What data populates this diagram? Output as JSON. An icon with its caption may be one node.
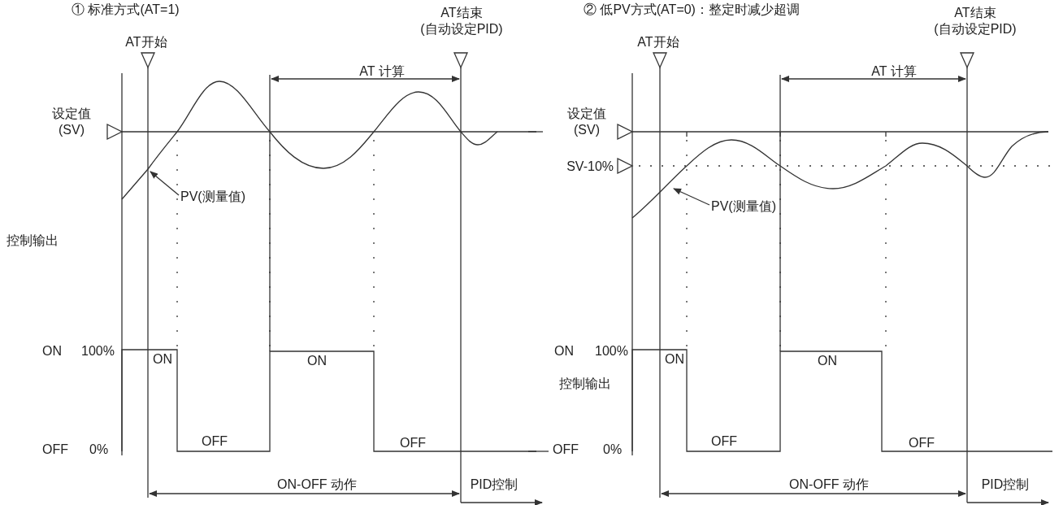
{
  "diagram": {
    "nodes": [
      {
        "text": [
          "PV(测量值)"
        ]
      },
      {
        "text": [
          "PV(测量值)"
        ]
      }
    ],
    "edges": [
      {
        "from": 0,
        "to": null,
        "arrow": "to"
      },
      {
        "from": 1,
        "to": null,
        "arrow": "to"
      }
    ],
    "labels": [
      "① 标准方式(AT=1)",
      "② 低PV方式(AT=0)：整定时减少超调",
      "AT结束 (自动设定PID)",
      "AT开始",
      "AT结束 (自动设定PID)",
      "AT开始",
      "AT 计算",
      "AT 计算",
      "设定值 (SV)",
      "设定值 (SV)",
      "SV-10%",
      "控制输出",
      "ON",
      "100%",
      "ON",
      "ON",
      "ON",
      "100%",
      "ON",
      "ON",
      "控制输出",
      "OFF",
      "0%",
      "OFF",
      "OFF",
      "OFF",
      "0%",
      "OFF",
      "OFF",
      "ON-OFF 动作",
      "PID控制",
      "ON-OFF 动作",
      "PID控制"
    ]
  }
}
